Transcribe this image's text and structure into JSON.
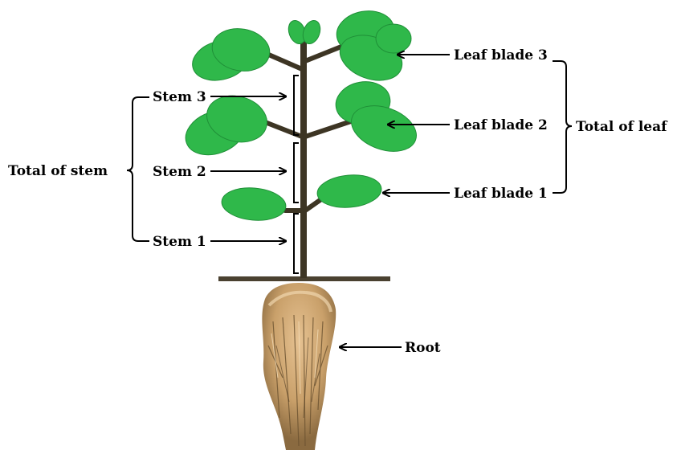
{
  "labels": {
    "stem1": "Stem 1",
    "stem2": "Stem 2",
    "stem3": "Stem 3",
    "total_stem": "Total of stem",
    "leaf1": "Leaf blade 1",
    "leaf2": "Leaf blade 2",
    "leaf3": "Leaf blade 3",
    "total_leaf": "Total of leaf",
    "root": "Root"
  },
  "colors": {
    "leaf": "#2fb84a",
    "leaf_dark": "#1f8f37",
    "stem": "#3d3524",
    "ground": "#4a4130",
    "root": "#c9a06a",
    "label": "#000000"
  }
}
